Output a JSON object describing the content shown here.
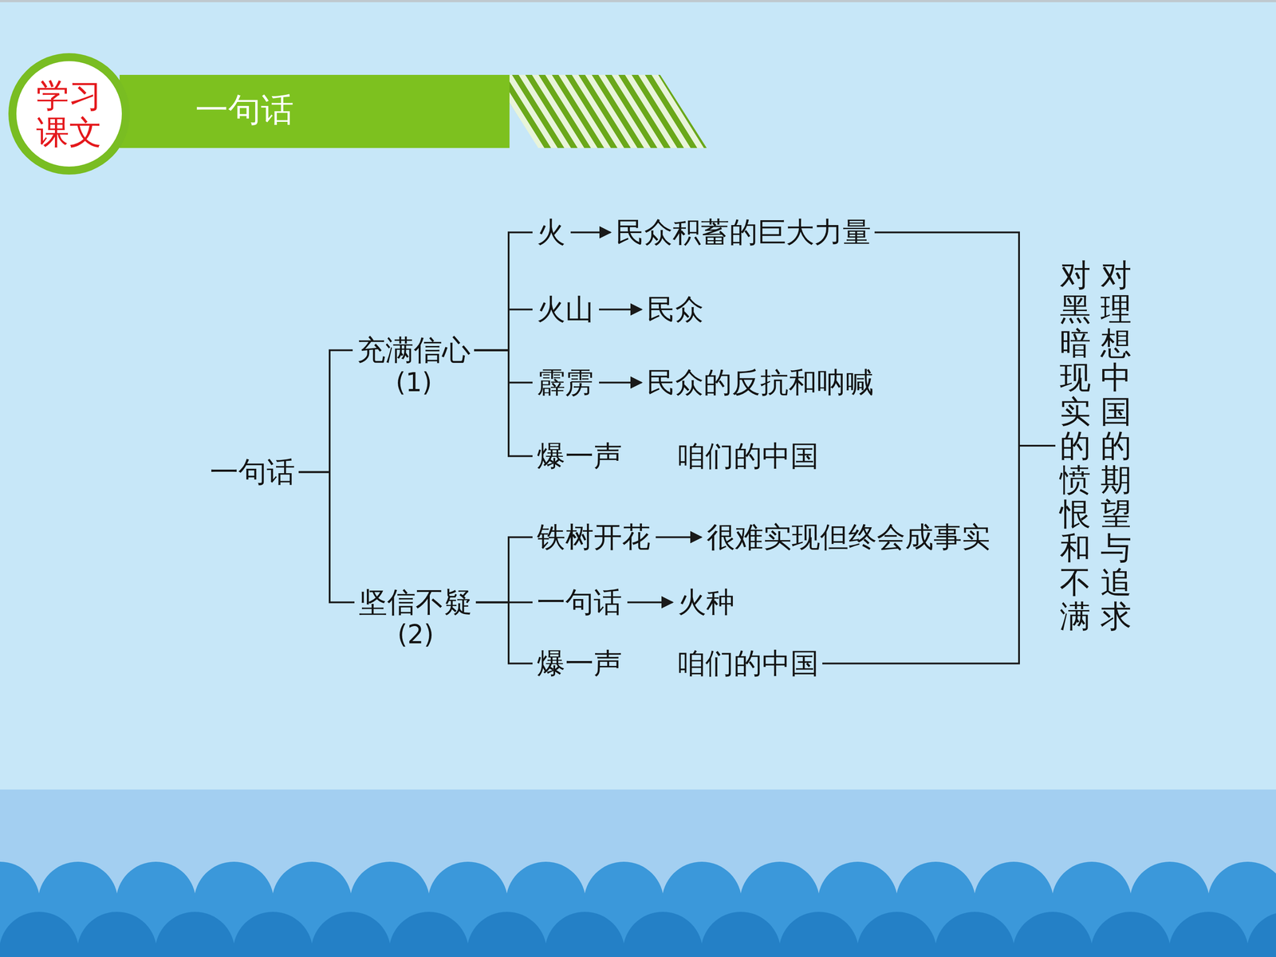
{
  "diagram": {
    "title": "一句话",
    "nodes": [
      {
        "text": [
          "学习 课文"
        ]
      },
      {
        "text": [
          "一句话"
        ]
      },
      {
        "text": [
          "充满信心",
          "(1)"
        ]
      },
      {
        "text": [
          "坚信不疑",
          "(2)"
        ]
      },
      {
        "text": [
          "火"
        ]
      },
      {
        "text": [
          "民众积蓄的巨大力量"
        ]
      },
      {
        "text": [
          "火山"
        ]
      },
      {
        "text": [
          "民众"
        ]
      },
      {
        "text": [
          "霹雳"
        ]
      },
      {
        "text": [
          "民众的反抗和呐喊"
        ]
      },
      {
        "text": [
          "爆一声"
        ]
      },
      {
        "text": [
          "咱们的中国"
        ]
      },
      {
        "text": [
          "铁树开花"
        ]
      },
      {
        "text": [
          "很难实现但终会成事实"
        ]
      },
      {
        "text": [
          "一句话"
        ]
      },
      {
        "text": [
          "火种"
        ]
      },
      {
        "text": [
          "爆一声"
        ]
      },
      {
        "text": [
          "咱们的中国"
        ]
      },
      {
        "text": [
          "对理想中国的期望与追求",
          "对黑暗现实的愤恨和不满"
        ]
      }
    ],
    "edges": [
      {
        "from": 1,
        "to": 2,
        "arrow": "none"
      },
      {
        "from": 1,
        "to": 3,
        "arrow": "none"
      },
      {
        "from": 2,
        "to": 4,
        "arrow": "none"
      },
      {
        "from": 2,
        "to": 6,
        "arrow": "none"
      },
      {
        "from": 2,
        "to": 8,
        "arrow": "none"
      },
      {
        "from": 2,
        "to": 10,
        "arrow": "none"
      },
      {
        "from": 3,
        "to": 12,
        "arrow": "none"
      },
      {
        "from": 3,
        "to": 14,
        "arrow": "none"
      },
      {
        "from": 3,
        "to": 16,
        "arrow": "none"
      },
      {
        "from": 4,
        "to": 5,
        "arrow": "to"
      },
      {
        "from": 6,
        "to": 7,
        "arrow": "to"
      },
      {
        "from": 8,
        "to": 9,
        "arrow": "to"
      },
      {
        "from": 12,
        "to": 13,
        "arrow": "to"
      },
      {
        "from": 14,
        "to": 15,
        "arrow": "to"
      },
      {
        "from": 5,
        "to": 18,
        "arrow": "none"
      },
      {
        "from": 17,
        "to": 18,
        "arrow": "none"
      }
    ]
  }
}
